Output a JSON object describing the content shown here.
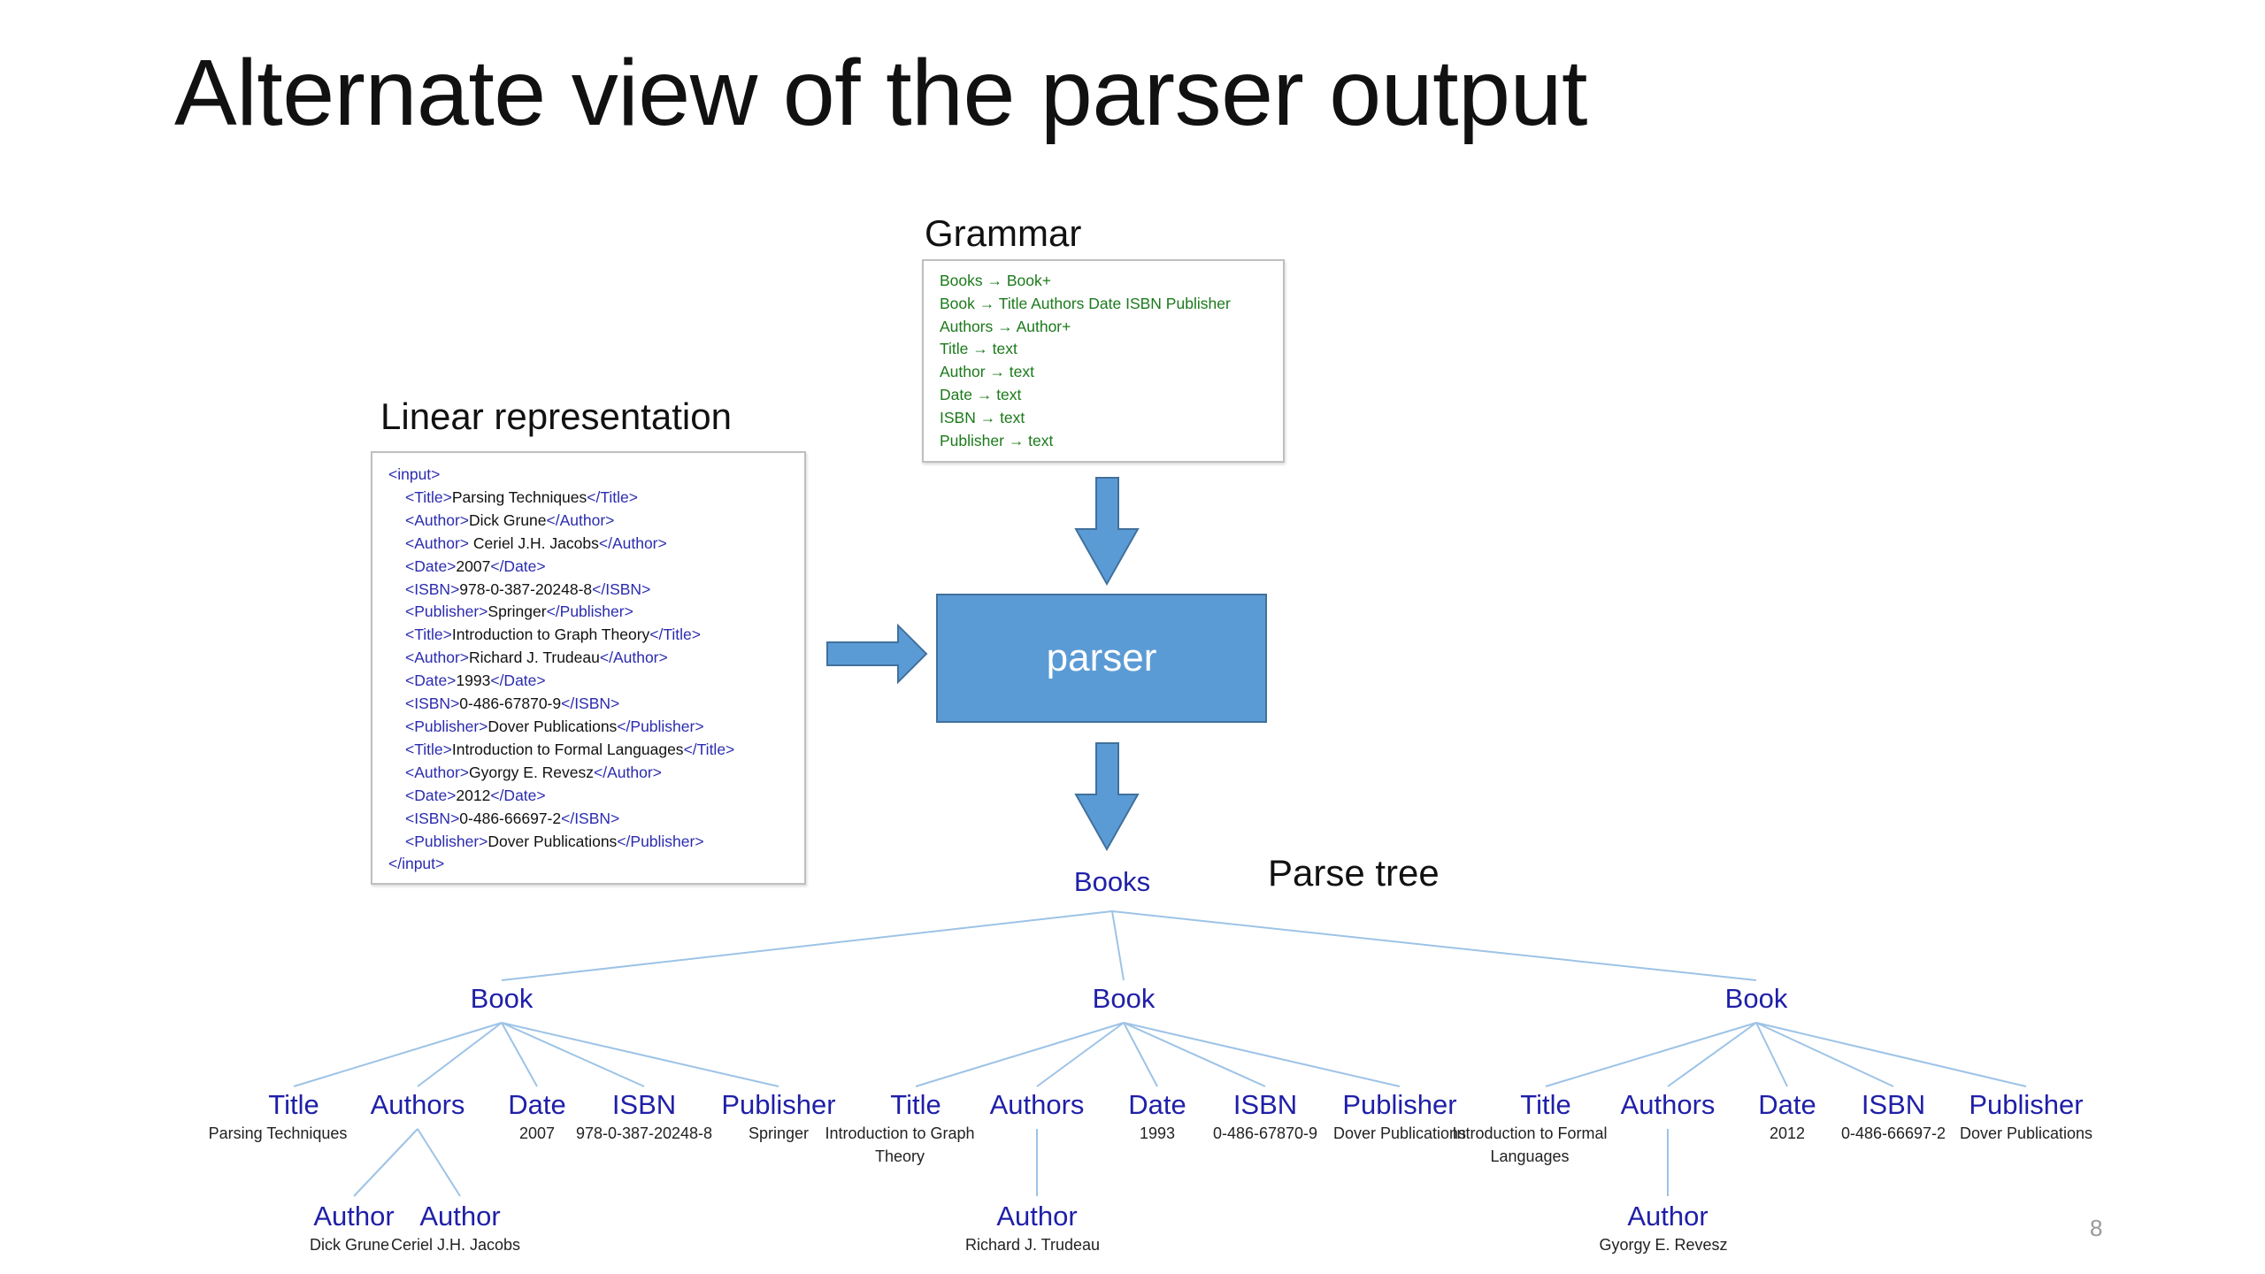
{
  "slide": {
    "title": "Alternate view of the parser output",
    "page_number": "8"
  },
  "grammar": {
    "label": "Grammar",
    "rules": [
      "Books → Book+",
      "Book → Title Authors Date ISBN Publisher",
      "Authors → Author+",
      "Title → text",
      "Author → text",
      "Date → text",
      "ISBN → text",
      "Publisher → text"
    ]
  },
  "linear": {
    "label": "Linear representation",
    "lines": [
      {
        "indent": false,
        "open": "<input>",
        "text": "",
        "close": ""
      },
      {
        "indent": true,
        "open": "<Title>",
        "text": "Parsing Techniques",
        "close": "</Title>"
      },
      {
        "indent": true,
        "open": "<Author>",
        "text": "Dick Grune",
        "close": "</Author>"
      },
      {
        "indent": true,
        "open": "<Author>",
        "text": " Ceriel J.H. Jacobs",
        "close": "</Author>"
      },
      {
        "indent": true,
        "open": "<Date>",
        "text": "2007",
        "close": "</Date>"
      },
      {
        "indent": true,
        "open": "<ISBN>",
        "text": "978-0-387-20248-8",
        "close": "</ISBN>"
      },
      {
        "indent": true,
        "open": "<Publisher>",
        "text": "Springer",
        "close": "</Publisher>"
      },
      {
        "indent": true,
        "open": "<Title>",
        "text": "Introduction to Graph Theory",
        "close": "</Title>"
      },
      {
        "indent": true,
        "open": "<Author>",
        "text": "Richard J. Trudeau",
        "close": "</Author>"
      },
      {
        "indent": true,
        "open": "<Date>",
        "text": "1993",
        "close": "</Date>"
      },
      {
        "indent": true,
        "open": "<ISBN>",
        "text": "0-486-67870-9",
        "close": "</ISBN>"
      },
      {
        "indent": true,
        "open": "<Publisher>",
        "text": "Dover Publications",
        "close": "</Publisher>"
      },
      {
        "indent": true,
        "open": "<Title>",
        "text": "Introduction to Formal Languages",
        "close": "</Title>"
      },
      {
        "indent": true,
        "open": "<Author>",
        "text": "Gyorgy E. Revesz",
        "close": "</Author>"
      },
      {
        "indent": true,
        "open": "<Date>",
        "text": "2012",
        "close": "</Date>"
      },
      {
        "indent": true,
        "open": "<ISBN>",
        "text": "0-486-66697-2",
        "close": "</ISBN>"
      },
      {
        "indent": true,
        "open": "<Publisher>",
        "text": "Dover Publications",
        "close": "</Publisher>"
      },
      {
        "indent": false,
        "open": "</input>",
        "text": "",
        "close": ""
      }
    ]
  },
  "parser": {
    "label": "parser"
  },
  "parse_tree": {
    "label": "Parse tree",
    "root": "Books",
    "books": [
      {
        "label": "Book",
        "fields": [
          {
            "label": "Title",
            "value": "Parsing Techniques"
          },
          {
            "label": "Authors",
            "value": ""
          },
          {
            "label": "Date",
            "value": "2007"
          },
          {
            "label": "ISBN",
            "value": "978-0-387-20248-8"
          },
          {
            "label": "Publisher",
            "value": "Springer"
          }
        ],
        "authors": [
          {
            "label": "Author",
            "value": "Dick Grune"
          },
          {
            "label": "Author",
            "value": "Ceriel J.H. Jacobs"
          }
        ]
      },
      {
        "label": "Book",
        "fields": [
          {
            "label": "Title",
            "value": "Introduction to Graph Theory"
          },
          {
            "label": "Authors",
            "value": ""
          },
          {
            "label": "Date",
            "value": "1993"
          },
          {
            "label": "ISBN",
            "value": "0-486-67870-9"
          },
          {
            "label": "Publisher",
            "value": "Dover Publications"
          }
        ],
        "authors": [
          {
            "label": "Author",
            "value": "Richard J. Trudeau"
          }
        ]
      },
      {
        "label": "Book",
        "fields": [
          {
            "label": "Title",
            "value": "Introduction to Formal Languages"
          },
          {
            "label": "Authors",
            "value": ""
          },
          {
            "label": "Date",
            "value": "2012"
          },
          {
            "label": "ISBN",
            "value": "0-486-66697-2"
          },
          {
            "label": "Publisher",
            "value": "Dover Publications"
          }
        ],
        "authors": [
          {
            "label": "Author",
            "value": "Gyorgy E. Revesz"
          }
        ]
      }
    ]
  },
  "colors": {
    "node_text": "#1f1fa8",
    "grammar_text": "#1b7a1b",
    "parser_fill": "#5b9bd5",
    "arrow_fill": "#5b9bd5",
    "tree_lines": "#9dc3e6"
  }
}
